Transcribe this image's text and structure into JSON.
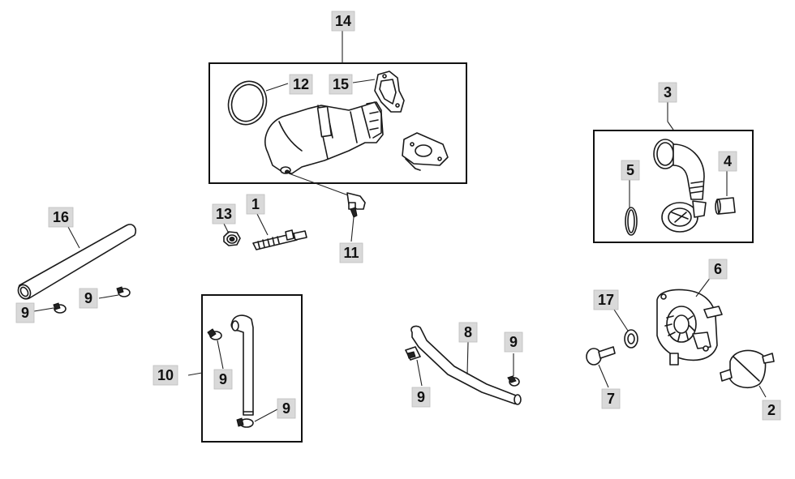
{
  "callouts": {
    "c1": "1",
    "c2": "2",
    "c3": "3",
    "c4": "4",
    "c5": "5",
    "c6": "6",
    "c7": "7",
    "c8": "8",
    "c9a": "9",
    "c9b": "9",
    "c9c": "9",
    "c9d": "9",
    "c9e": "9",
    "c9f": "9",
    "c10": "10",
    "c11": "11",
    "c12": "12",
    "c13": "13",
    "c14": "14",
    "c15": "15",
    "c16": "16",
    "c17": "17"
  }
}
